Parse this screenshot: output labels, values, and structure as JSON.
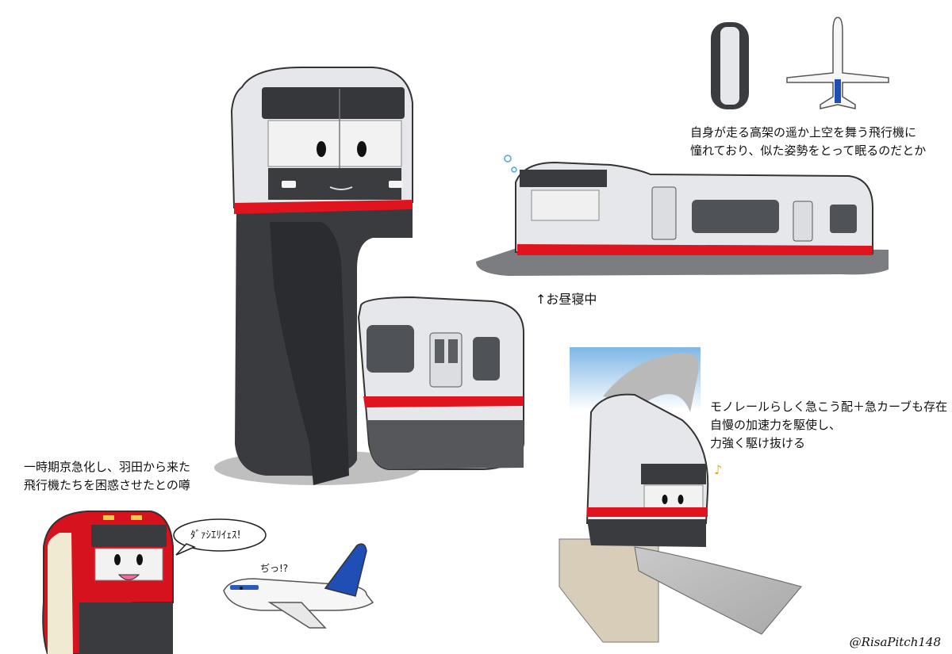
{
  "captions": {
    "dream": {
      "line1": "自身が走る高架の遥か上空を舞う飛行機に",
      "line2": "憧れており、似た姿勢をとって眠るのだとか"
    },
    "nap": "↑お昼寝中",
    "curve": {
      "line1": "モノレールらしく急こう配＋急カーブも存在",
      "line2": "自慢の加速力を駆使し、",
      "line3": "力強く駆け抜ける"
    },
    "rumor": {
      "line1": "一時期京急化し、羽田から来た",
      "line2": "飛行機たちを困惑させたとの噂"
    },
    "speech": "ﾀﾞｧｼｴﾘｲｪｽ!",
    "plane_sfx": "ぢっ!?"
  },
  "credit": "@RisaPitch148",
  "colors": {
    "stripe_red": "#e0141e",
    "body_white": "#e6e7ea",
    "dark_gray": "#3a3b3e",
    "window": "#62666c",
    "keikyu_red": "#d5121d",
    "keikyu_cream": "#f1ead2",
    "plane_blue": "#1f4fb5"
  }
}
